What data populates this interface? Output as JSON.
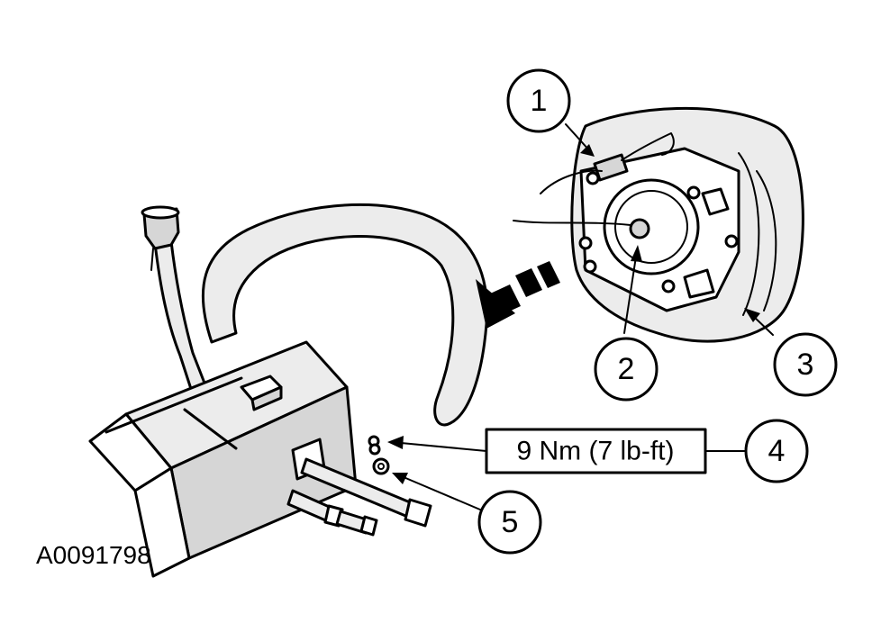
{
  "figure_id": "A0091798",
  "callouts": {
    "c1": "1",
    "c2": "2",
    "c3": "3",
    "c4": "4",
    "c5": "5"
  },
  "torque_spec": "9 Nm (7 lb-ft)",
  "colors": {
    "line": "#000000",
    "shade": "#d6d6d6",
    "light": "#ececec",
    "background": "#ffffff"
  }
}
